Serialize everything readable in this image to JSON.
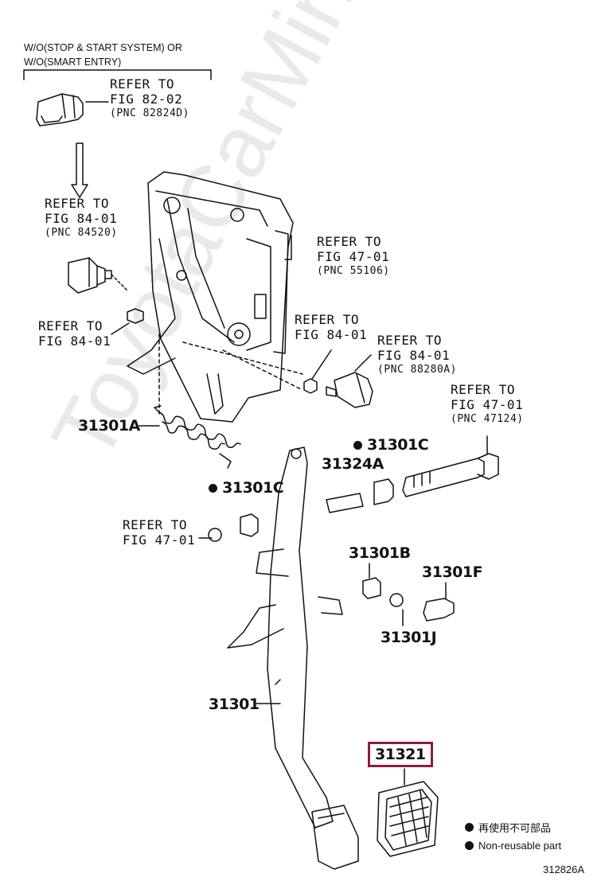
{
  "watermark": "ToyotaCarMine.ru",
  "header_note": {
    "line1": "W/O(STOP & START SYSTEM) OR",
    "line2": "W/O(SMART ENTRY)"
  },
  "refs": {
    "r1": {
      "l1": "REFER TO",
      "l2": "FIG 82-02",
      "pnc": "(PNC 82824D)"
    },
    "r2": {
      "l1": "REFER TO",
      "l2": "FIG 84-01",
      "pnc": "(PNC 84520)"
    },
    "r3": {
      "l1": "REFER TO",
      "l2": "FIG 47-01",
      "pnc": "(PNC 55106)"
    },
    "r4": {
      "l1": "REFER TO",
      "l2": "FIG 84-01"
    },
    "r5": {
      "l1": "REFER TO",
      "l2": "FIG 84-01"
    },
    "r6": {
      "l1": "REFER TO",
      "l2": "FIG 84-01",
      "pnc": "(PNC 88280A)"
    },
    "r7": {
      "l1": "REFER TO",
      "l2": "FIG 47-01",
      "pnc": "(PNC 47124)"
    },
    "r8": {
      "l1": "REFER TO",
      "l2": "FIG 47-01"
    }
  },
  "parts": {
    "p31301A": "31301A",
    "p31301C_a": "31301C",
    "p31324A": "31324A",
    "p31301C_b": "31301C",
    "p31301B": "31301B",
    "p31301F": "31301F",
    "p31301J": "31301J",
    "p31301": "31301",
    "p31321": "31321"
  },
  "legend": {
    "jp": "再使用不可部品",
    "en": "Non-reusable part"
  },
  "figure_id": "312826A",
  "colors": {
    "highlight": "#8b1d3f"
  }
}
